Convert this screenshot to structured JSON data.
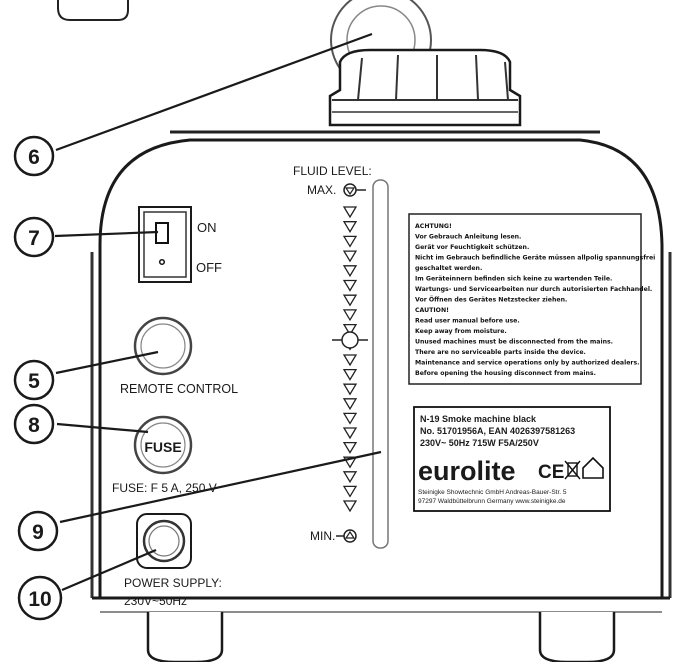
{
  "callouts": [
    "6",
    "7",
    "5",
    "8",
    "9",
    "10"
  ],
  "switch": {
    "on": "ON",
    "off": "OFF"
  },
  "remote": "REMOTE CONTROL",
  "fuse": {
    "cap": "FUSE",
    "label": "FUSE:  F 5 A,  250 V"
  },
  "power": {
    "line1": "POWER SUPPLY:",
    "line2": "230V~50Hz"
  },
  "fluid": {
    "title": "FLUID LEVEL:",
    "max": "MAX.",
    "min": "MIN."
  },
  "warning": [
    "ACHTUNG!",
    "Vor Gebrauch Anleitung lesen.",
    "Gerät vor Feuchtigkeit schützen.",
    "Nicht im Gebrauch befindliche Geräte müssen allpolig spannungsfrei",
    "geschaltet werden.",
    "Im Geräteinnern befinden sich keine zu wartenden Teile.",
    "Wartungs- und Servicearbeiten nur durch autorisierten Fachhandel.",
    "Vor Öffnen des Gerätes Netzstecker ziehen.",
    "CAUTION!",
    "Read user manual before use.",
    "Keep away from moisture.",
    "Unused machines must be disconnected from the mains.",
    "There are no serviceable parts inside the device.",
    "Maintenance and service operations only by authorized dealers.",
    "Before opening the housing disconnect from mains."
  ],
  "rating": {
    "line1": "N-19 Smoke machine black",
    "line2": "No. 51701956A, EAN 4026397581263",
    "line3": "230V~ 50Hz  715W  F5A/250V",
    "brand": "eurolite",
    "marks": "CE",
    "address1": "Steinigke Showtechnic GmbH Andreas-Bauer-Str. 5",
    "address2": "97297 Waldbüttelbrunn Germany www.steinigke.de"
  }
}
